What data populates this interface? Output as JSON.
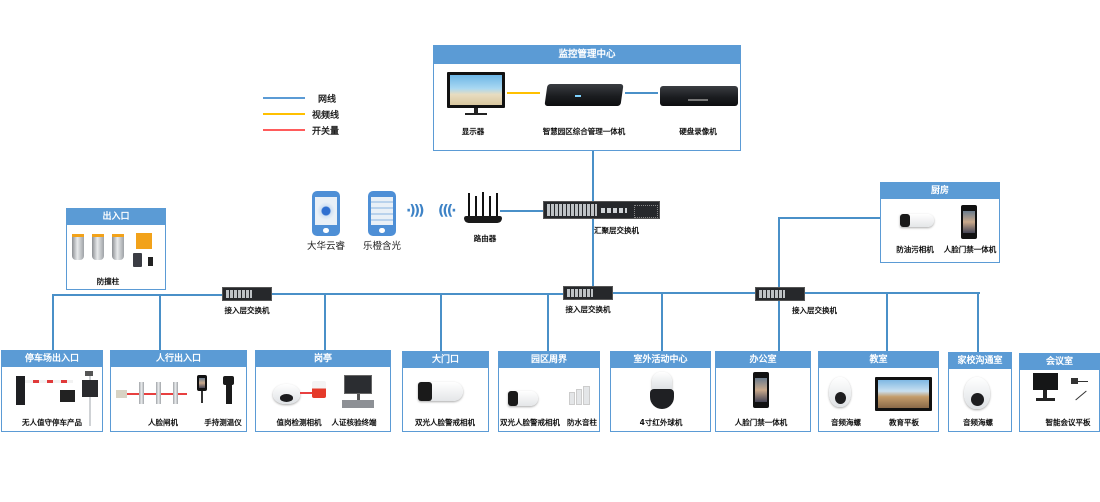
{
  "colors": {
    "accent": "#5b9bd5",
    "network_line": "#5b9bd5",
    "video_line": "#ffc000",
    "switch_line": "#ff5b5b",
    "header_text": "#ffffff"
  },
  "legend": [
    {
      "label": "网线",
      "color": "#5b9bd5"
    },
    {
      "label": "视频线",
      "color": "#ffc000"
    },
    {
      "label": "开关量",
      "color": "#ff5b5b"
    }
  ],
  "monitoring_center": {
    "title": "监控管理中心",
    "devices": [
      {
        "label": "显示器",
        "icon": "monitor-icon"
      },
      {
        "label": "智慧园区综合管理一体机",
        "icon": "platform-server-icon"
      },
      {
        "label": "硬盘录像机",
        "icon": "nvr-icon"
      }
    ]
  },
  "apps": [
    {
      "label": "大华云睿",
      "icon": "phone-app-icon"
    },
    {
      "label": "乐橙含光",
      "icon": "phone-app-icon"
    }
  ],
  "router": {
    "label": "路由器"
  },
  "aggregation_switch": {
    "label": "汇聚层交换机"
  },
  "access_switches": [
    {
      "label": "接入层交换机"
    },
    {
      "label": "接入层交换机"
    },
    {
      "label": "接入层交换机"
    }
  ],
  "zones": {
    "entrance": {
      "title": "出入口",
      "devices": [
        {
          "label": "防撞柱"
        }
      ]
    },
    "kitchen": {
      "title": "厨房",
      "devices": [
        {
          "label": "防油污相机"
        },
        {
          "label": "人脸门禁一体机"
        }
      ]
    },
    "parking": {
      "title": "停车场出入口",
      "devices": [
        {
          "label": "无人值守停车产品"
        }
      ]
    },
    "pedestrian": {
      "title": "人行出入口",
      "devices": [
        {
          "label": "人脸闸机"
        },
        {
          "label": "手持测温仪"
        }
      ]
    },
    "guard_booth": {
      "title": "岗亭",
      "devices": [
        {
          "label": "值岗检测相机"
        },
        {
          "label": "人证核验终端"
        }
      ]
    },
    "gate": {
      "title": "大门口",
      "devices": [
        {
          "label": "双光人脸警戒相机"
        }
      ]
    },
    "perimeter": {
      "title": "园区周界",
      "devices": [
        {
          "label": "双光人脸警戒相机"
        },
        {
          "label": "防水音柱"
        }
      ]
    },
    "outdoor": {
      "title": "室外活动中心",
      "devices": [
        {
          "label": "4寸红外球机"
        }
      ]
    },
    "office": {
      "title": "办公室",
      "devices": [
        {
          "label": "人脸门禁一体机"
        }
      ]
    },
    "classroom": {
      "title": "教室",
      "devices": [
        {
          "label": "音频海螺"
        },
        {
          "label": "教育平板"
        }
      ]
    },
    "home_school": {
      "title": "家校沟通室",
      "devices": [
        {
          "label": "音频海螺"
        }
      ]
    },
    "meeting": {
      "title": "会议室",
      "devices": [
        {
          "label": "智能会议平板"
        }
      ]
    }
  }
}
